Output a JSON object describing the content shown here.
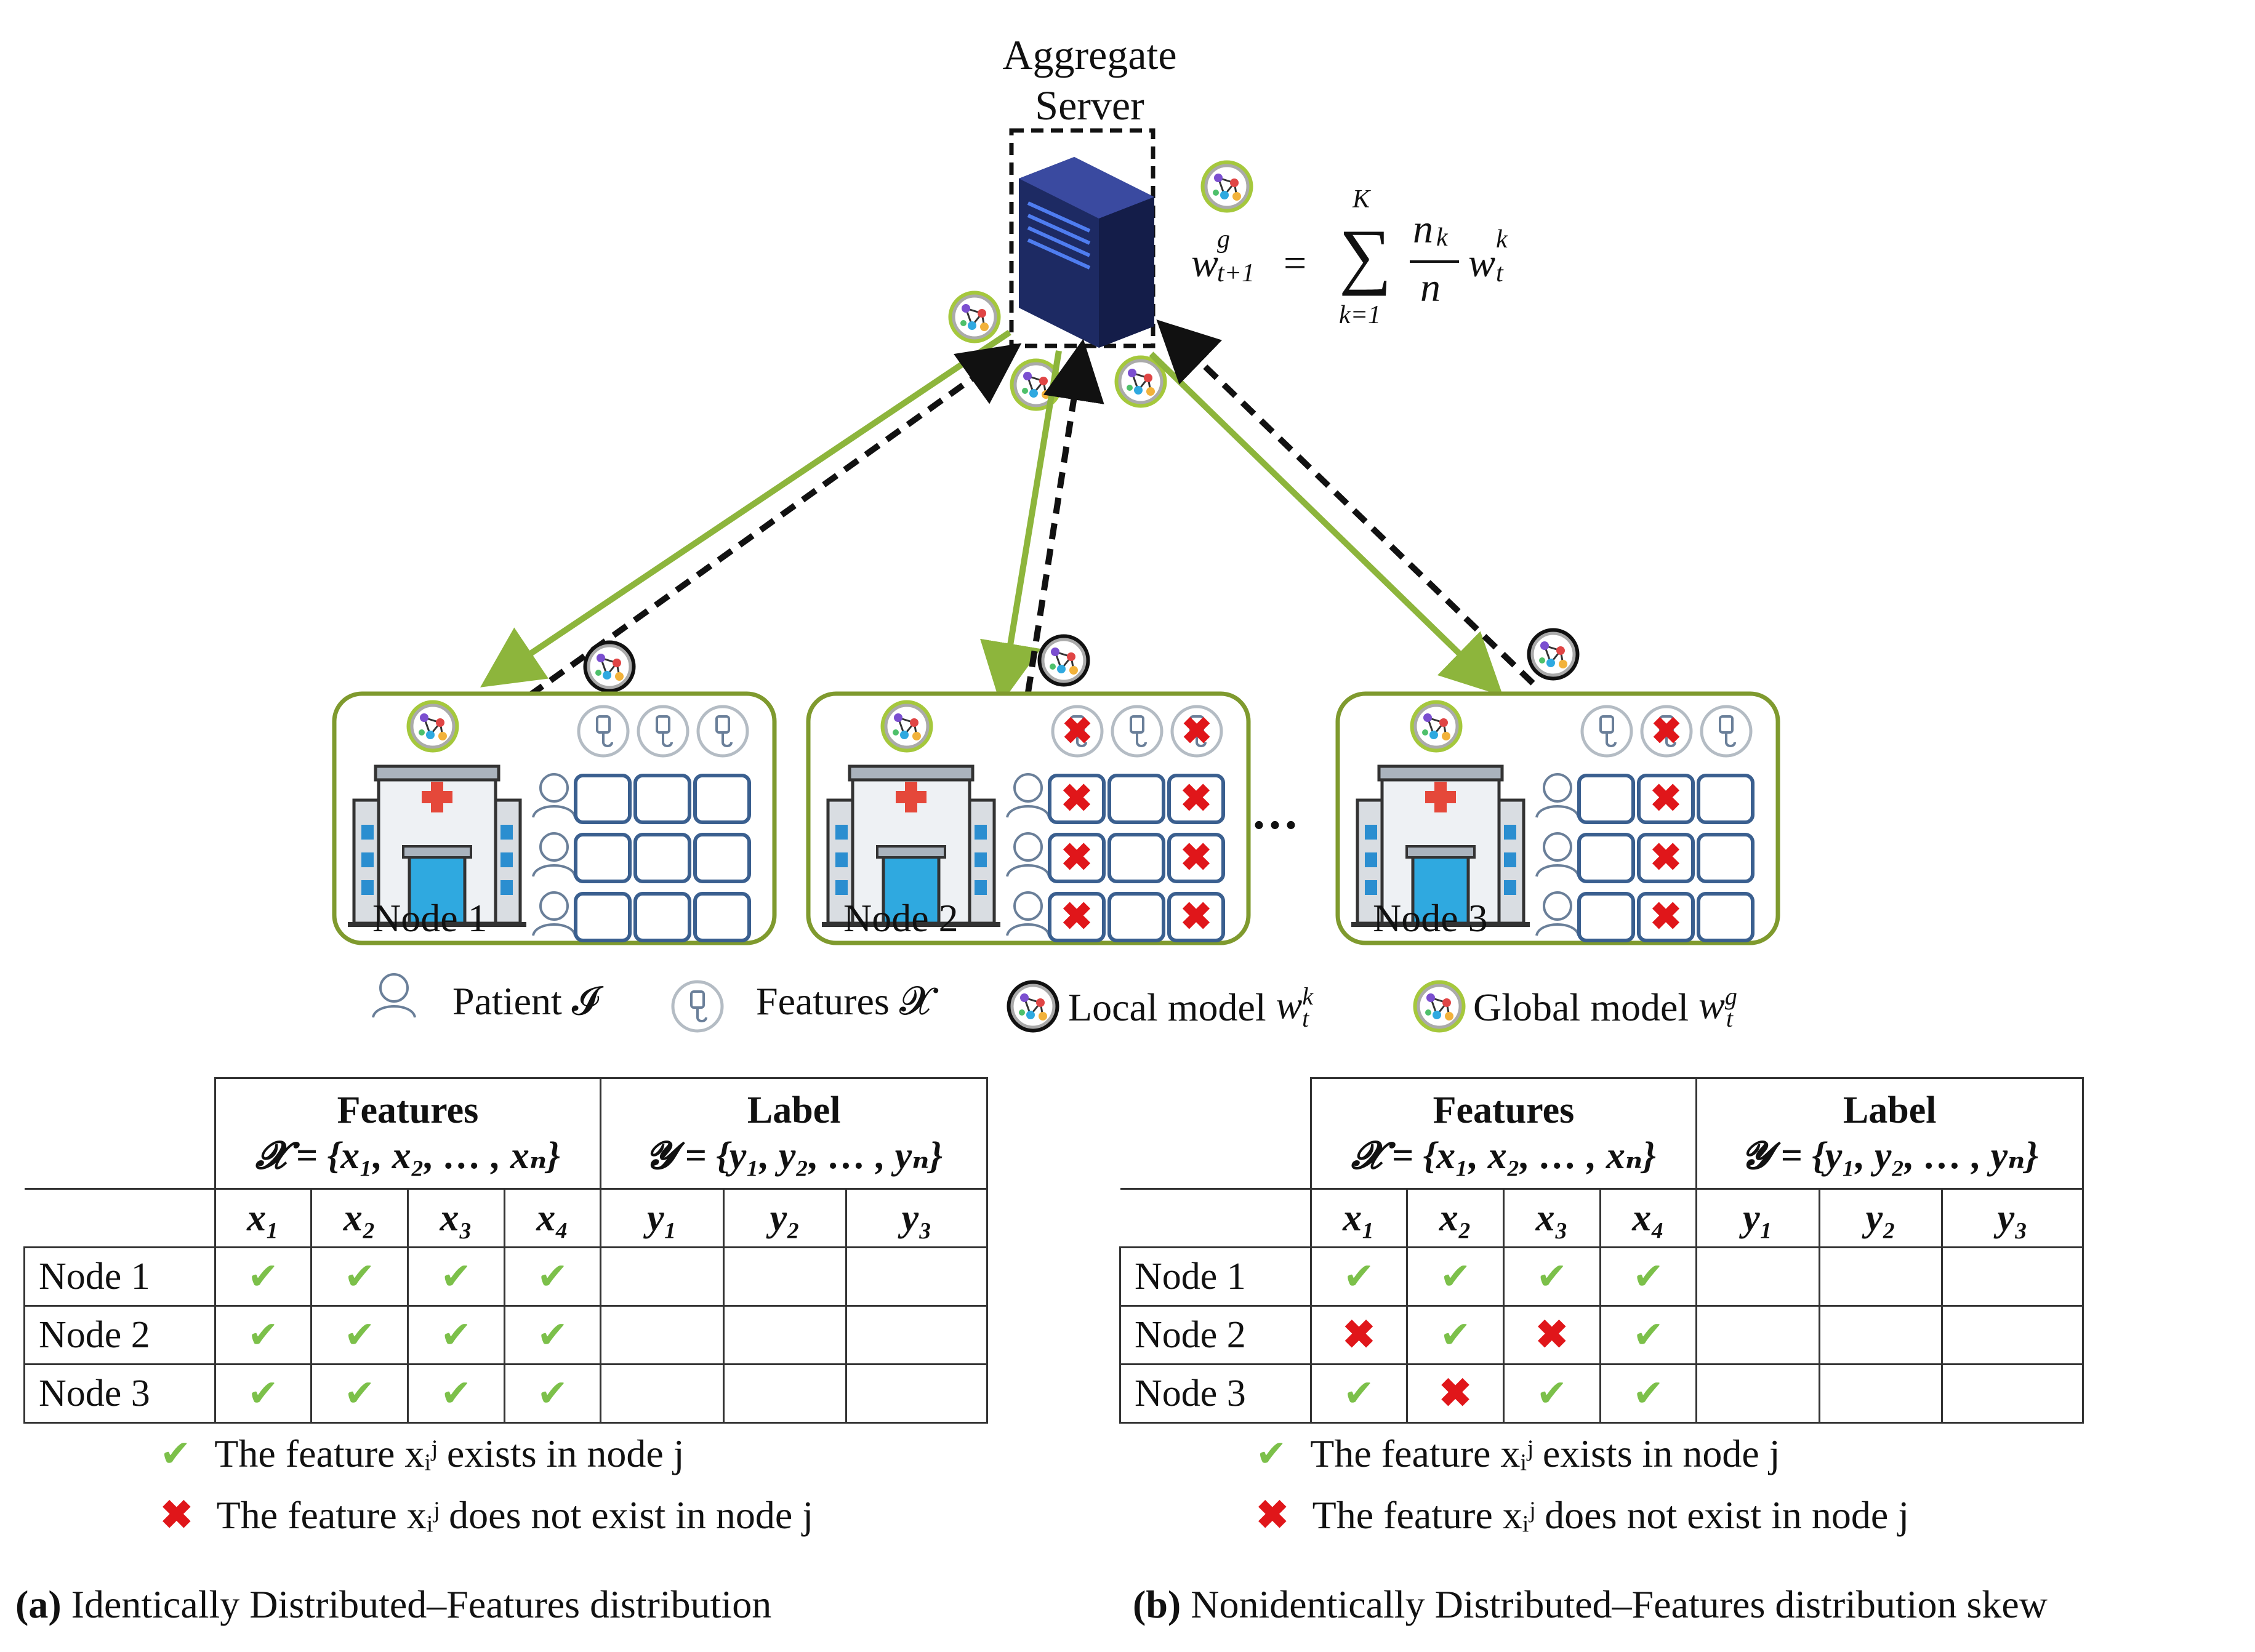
{
  "server": {
    "title_line1": "Aggregate",
    "title_line2": "Server"
  },
  "formula": {
    "text": "w^g_{t+1} = Σ_{k=1}^{K} (n_k / n) w^k_t",
    "lhs": "w",
    "lhs_sup": "g",
    "lhs_sub": "t+1",
    "sum_top": "K",
    "sum_bottom": "k=1",
    "num": "n",
    "num_sub": "k",
    "den": "n",
    "rhs": "w",
    "rhs_sup": "k",
    "rhs_sub": "t"
  },
  "nodes": [
    {
      "label": "Node 1"
    },
    {
      "label": "Node 2"
    },
    {
      "label": "Node 3"
    }
  ],
  "ellipsis": "...",
  "legend": {
    "patient": "Patient 𝓘",
    "features": "Features 𝓧",
    "local_model": "Local model",
    "global_model": "Global model"
  },
  "table_headers": {
    "features": "Features",
    "features_set": "𝓧 = {x₁, x₂, … , xₙ}",
    "label": "Label",
    "label_set": "𝓨 = {y₁, y₂, … , yₙ}",
    "cols": [
      "x₁",
      "x₂",
      "x₃",
      "x₄",
      "y₁",
      "y₂",
      "y₃"
    ]
  },
  "table_a": {
    "rows": [
      {
        "label": "Node 1",
        "marks": [
          "ok",
          "ok",
          "ok",
          "ok"
        ]
      },
      {
        "label": "Node 2",
        "marks": [
          "ok",
          "ok",
          "ok",
          "ok"
        ]
      },
      {
        "label": "Node 3",
        "marks": [
          "ok",
          "ok",
          "ok",
          "ok"
        ]
      }
    ]
  },
  "table_b": {
    "rows": [
      {
        "label": "Node 1",
        "marks": [
          "ok",
          "ok",
          "ok",
          "ok"
        ]
      },
      {
        "label": "Node 2",
        "marks": [
          "no",
          "ok",
          "no",
          "ok"
        ]
      },
      {
        "label": "Node 3",
        "marks": [
          "ok",
          "no",
          "ok",
          "ok"
        ]
      }
    ]
  },
  "notes": {
    "exists": "The feature xᵢʲ exists in node j",
    "not_exists": "The feature xᵢʲ does not exist in node j"
  },
  "captions": {
    "a_prefix": "(a)",
    "a_text": " Identically Distributed–Features distribution",
    "b_prefix": "(b)",
    "b_text": " Nonidentically Distributed–Features distribution skew"
  },
  "colors": {
    "green": "#8db53c",
    "box_border": "#7f9a2e",
    "server": "#26326e",
    "cell_border": "#3a5f8f",
    "check": "#7cc04a",
    "cross": "#e0161a"
  },
  "node_grids": [
    [
      "",
      "",
      "",
      "",
      "",
      "",
      "",
      "",
      ""
    ],
    [
      "x",
      "",
      "x",
      "x",
      "",
      "x",
      "x",
      "",
      "x"
    ],
    [
      "",
      "x",
      "",
      "",
      "x",
      "",
      "",
      "x",
      ""
    ]
  ],
  "node_feature_icons": [
    [
      "",
      "",
      ""
    ],
    [
      "x",
      "",
      "x"
    ],
    [
      "",
      "x",
      ""
    ]
  ]
}
